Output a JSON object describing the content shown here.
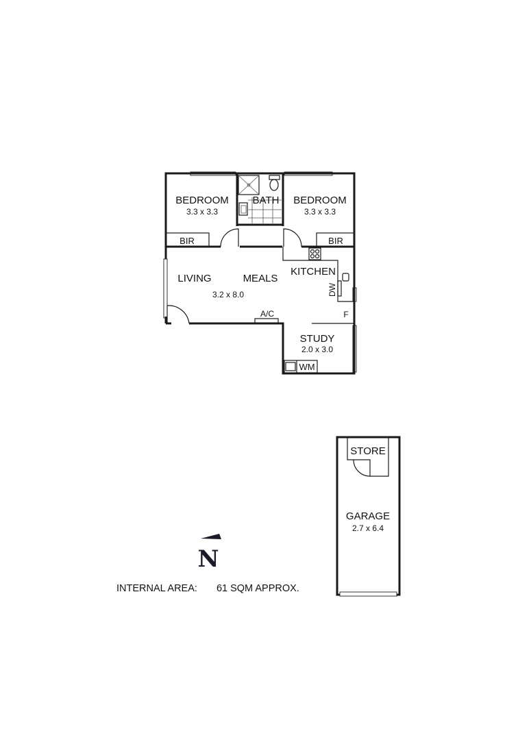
{
  "rooms": {
    "bedroom_left": {
      "name": "BEDROOM",
      "size": "3.3 x 3.3"
    },
    "bath": {
      "name": "BATH"
    },
    "bedroom_right": {
      "name": "BEDROOM",
      "size": "3.3 x 3.3"
    },
    "bir_left": {
      "name": "BIR"
    },
    "bir_right": {
      "name": "BIR"
    },
    "living": {
      "name": "LIVING"
    },
    "meals": {
      "name": "MEALS"
    },
    "living_meals_size": "3.2 x 8.0",
    "kitchen": {
      "name": "KITCHEN"
    },
    "dw": "DW",
    "fridge": "F",
    "ac": "A/C",
    "study": {
      "name": "STUDY",
      "size": "2.0 x 3.0"
    },
    "wm": "WM",
    "store": {
      "name": "STORE"
    },
    "garage": {
      "name": "GARAGE",
      "size": "2.7 x 6.4"
    }
  },
  "compass": {
    "letter": "N"
  },
  "footer": {
    "area_label": "INTERNAL AREA:",
    "area_value": "61 SQM APPROX."
  }
}
